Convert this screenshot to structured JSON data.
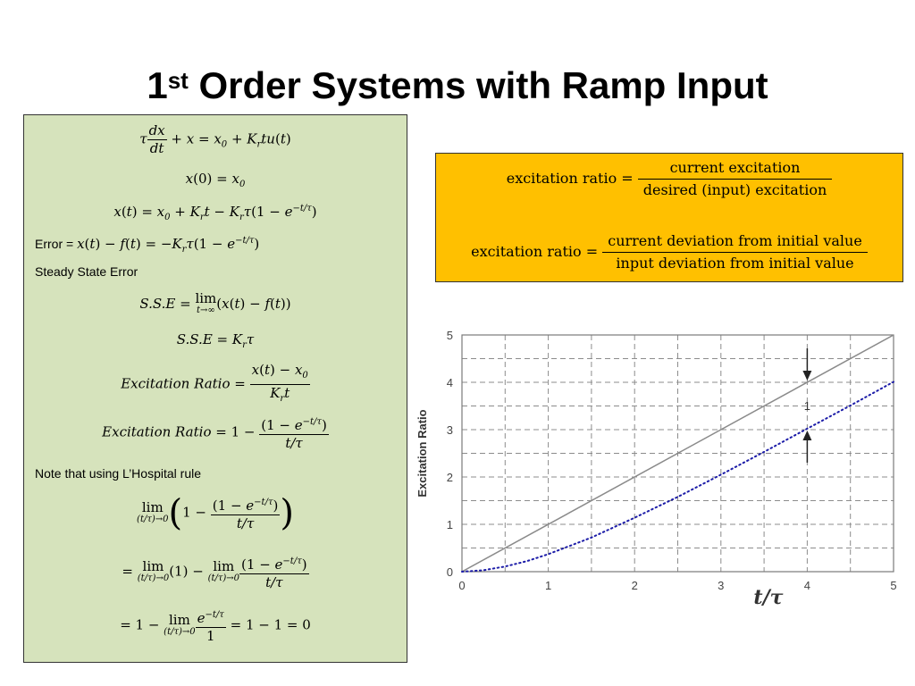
{
  "slide": {
    "title_main": "1",
    "title_sup": "st",
    "title_rest": " Order Systems with Ramp Input"
  },
  "left_panel": {
    "error_label": "Error = ",
    "steady_state_label": "Steady State Error",
    "lhospital_note": "Note that using L’Hospital rule"
  },
  "orange_box": {
    "row1_lhs": "excitation ratio =",
    "row1_num": "current excitation",
    "row1_den": "desired (input) excitation",
    "row2_lhs": "excitation ratio =",
    "row2_num": "current deviation from initial value",
    "row2_den": "input deviation from initial value"
  },
  "chart_data": {
    "type": "line",
    "xlabel": "t/τ",
    "ylabel": "Excitation Ratio",
    "xlim": [
      0,
      5
    ],
    "ylim": [
      0,
      5
    ],
    "xticks": [
      "0",
      "1",
      "2",
      "3",
      "4",
      "5"
    ],
    "yticks": [
      "0",
      "1",
      "2",
      "3",
      "4",
      "5"
    ],
    "grid": true,
    "grid_step": 0.5,
    "annotation": "1",
    "annotation_x": 4.0,
    "series": [
      {
        "style": "solid",
        "color": "#8a8a8a",
        "x": [
          0,
          5
        ],
        "y": [
          0,
          5
        ]
      },
      {
        "style": "dotted",
        "color": "#1c1ca8",
        "x": [
          0,
          0.25,
          0.5,
          0.75,
          1.0,
          1.5,
          2.0,
          2.5,
          3.0,
          3.5,
          4.0,
          4.5,
          5.0
        ],
        "y": [
          0,
          0.03,
          0.11,
          0.22,
          0.37,
          0.72,
          1.14,
          1.58,
          2.05,
          2.53,
          3.02,
          3.51,
          4.01
        ]
      }
    ]
  }
}
